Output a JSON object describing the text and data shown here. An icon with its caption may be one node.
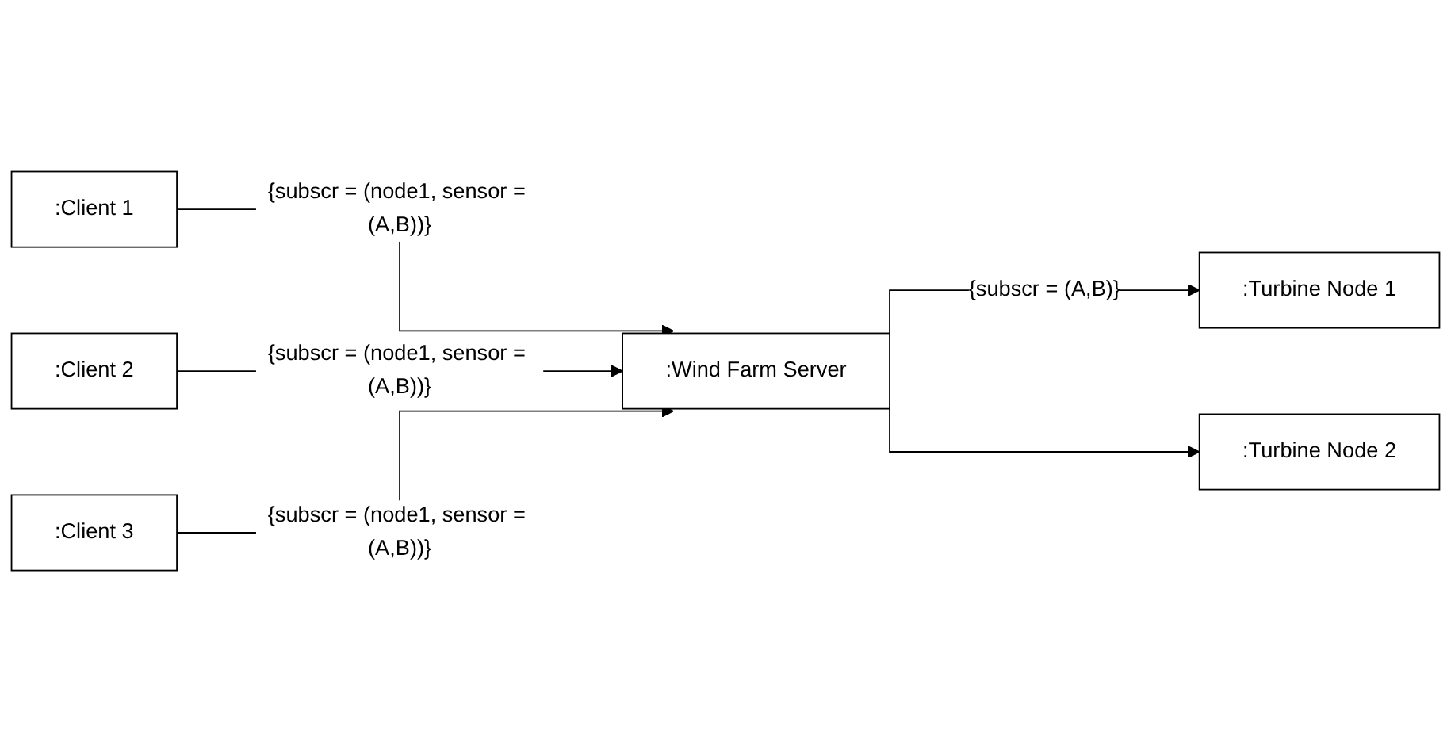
{
  "diagram": {
    "nodes": [
      {
        "text": [
          ":Client 1"
        ]
      },
      {
        "text": [
          ":Client 2"
        ]
      },
      {
        "text": [
          ":Client 3"
        ]
      },
      {
        "text": [
          ":Wind Farm Server"
        ]
      },
      {
        "text": [
          ":Turbine Node 1"
        ]
      },
      {
        "text": [
          ":Turbine Node 2"
        ]
      }
    ],
    "edges": [
      {
        "from": 0,
        "to": 3,
        "arrow": "to",
        "label": "{subscr = (node1, sensor = (A,B))}"
      },
      {
        "from": 1,
        "to": 3,
        "arrow": "to",
        "label": "{subscr = (node1, sensor = (A,B))}"
      },
      {
        "from": 2,
        "to": 3,
        "arrow": "to",
        "label": "{subscr = (node1, sensor = (A,B))}"
      },
      {
        "from": 3,
        "to": 4,
        "arrow": "to",
        "label": "{subscr = (A,B)}"
      },
      {
        "from": 3,
        "to": 5,
        "arrow": "to"
      }
    ]
  }
}
